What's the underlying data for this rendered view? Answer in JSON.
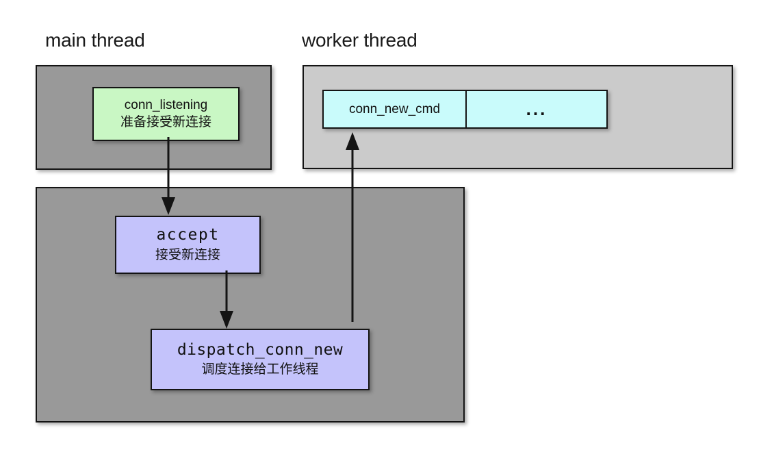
{
  "diagram": {
    "title_main_thread": "main thread",
    "title_worker_thread": "worker thread",
    "colors": {
      "panel_main": "#999999",
      "panel_worker": "#cbcbcb",
      "node_green": "#c9f7c4",
      "node_purple": "#c4c3fb",
      "queue_cyan": "#c9fbfb",
      "stroke": "#141414",
      "background": "#ffffff"
    }
  },
  "main_thread": {
    "top_panel": {
      "node": {
        "code": "conn_listening",
        "caption": "准备接受新连接"
      }
    },
    "bottom_panel": {
      "nodes": [
        {
          "code": "accept",
          "caption": "接受新连接"
        },
        {
          "code": "dispatch_conn_new",
          "caption": "调度连接给工作线程"
        }
      ]
    }
  },
  "worker_thread": {
    "queue": {
      "cells": [
        {
          "label": "conn_new_cmd"
        },
        {
          "label": "..."
        }
      ]
    }
  },
  "arrows": [
    {
      "id": "listening-to-accept",
      "from": "conn_listening",
      "to": "accept",
      "direction": "down"
    },
    {
      "id": "accept-to-dispatch",
      "from": "accept",
      "to": "dispatch_conn_new",
      "direction": "down"
    },
    {
      "id": "dispatch-to-worker",
      "from": "dispatch_conn_new",
      "to": "conn_new_cmd",
      "direction": "up"
    }
  ]
}
